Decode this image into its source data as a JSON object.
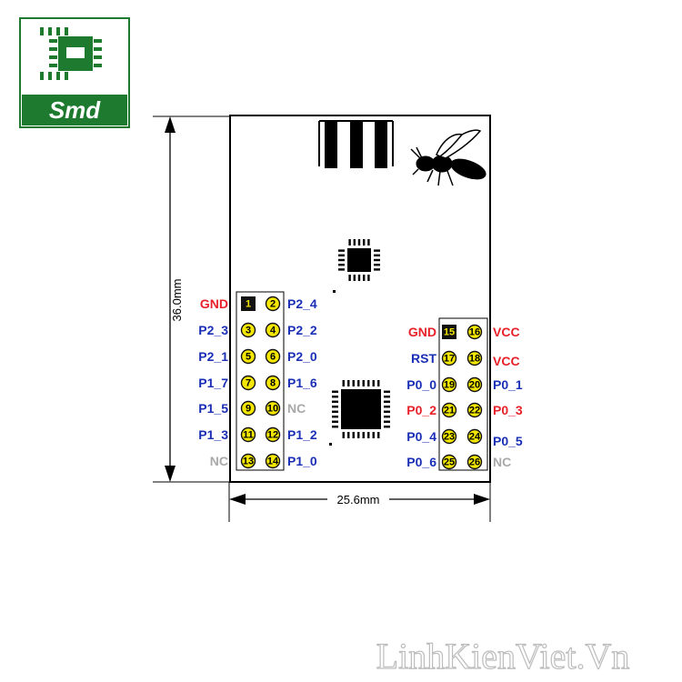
{
  "logo": {
    "text": "Smd",
    "color": "#1e7a2e"
  },
  "dimensions": {
    "height_label": "36.0mm",
    "width_label": "25.6mm"
  },
  "colors": {
    "red": "#e8202a",
    "blue": "#1a2fb5",
    "gray": "#a9a9a9",
    "pin_fill": "#f3e600",
    "pin1_fill": "#111111"
  },
  "left_header": {
    "pins": [
      {
        "num": "1",
        "label": "GND",
        "color": "red",
        "square": true
      },
      {
        "num": "2",
        "label": "P2_4",
        "color": "blue"
      },
      {
        "num": "3",
        "label": "P2_3",
        "color": "blue"
      },
      {
        "num": "4",
        "label": "P2_2",
        "color": "blue"
      },
      {
        "num": "5",
        "label": "P2_1",
        "color": "blue"
      },
      {
        "num": "6",
        "label": "P2_0",
        "color": "blue"
      },
      {
        "num": "7",
        "label": "P1_7",
        "color": "blue"
      },
      {
        "num": "8",
        "label": "P1_6",
        "color": "blue"
      },
      {
        "num": "9",
        "label": "P1_5",
        "color": "blue"
      },
      {
        "num": "10",
        "label": "NC",
        "color": "gray"
      },
      {
        "num": "11",
        "label": "P1_3",
        "color": "blue"
      },
      {
        "num": "12",
        "label": "P1_2",
        "color": "blue"
      },
      {
        "num": "13",
        "label": "NC",
        "color": "gray"
      },
      {
        "num": "14",
        "label": "P1_0",
        "color": "blue"
      }
    ]
  },
  "right_header": {
    "pins": [
      {
        "num": "15",
        "label": "GND",
        "color": "red",
        "square": true
      },
      {
        "num": "16",
        "label": "VCC",
        "color": "red"
      },
      {
        "num": "17",
        "label": "RST",
        "color": "blue"
      },
      {
        "num": "18",
        "label": "VCC",
        "color": "red"
      },
      {
        "num": "19",
        "label": "P0_0",
        "color": "blue"
      },
      {
        "num": "20",
        "label": "P0_1",
        "color": "blue"
      },
      {
        "num": "21",
        "label": "P0_2",
        "color": "red"
      },
      {
        "num": "22",
        "label": "P0_3",
        "color": "red"
      },
      {
        "num": "23",
        "label": "P0_4",
        "color": "blue"
      },
      {
        "num": "24",
        "label": "P0_5",
        "color": "blue"
      },
      {
        "num": "25",
        "label": "P0_6",
        "color": "blue"
      },
      {
        "num": "26",
        "label": "NC",
        "color": "gray"
      }
    ]
  },
  "watermark": {
    "text": "LinhKienViet.Vn"
  }
}
